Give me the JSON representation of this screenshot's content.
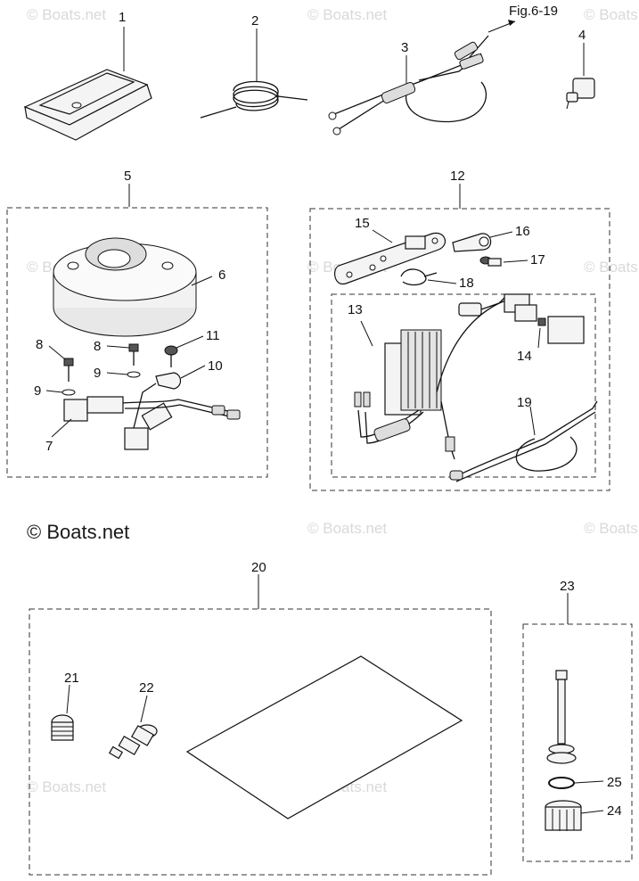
{
  "figure_ref": "Fig.6-19",
  "copyright": "© Boats.net",
  "watermark": "© Boats.net",
  "callouts": {
    "c1": "1",
    "c2": "2",
    "c3": "3",
    "c4": "4",
    "c5": "5",
    "c6": "6",
    "c7": "7",
    "c8a": "8",
    "c8b": "8",
    "c9a": "9",
    "c9b": "9",
    "c10": "10",
    "c11": "11",
    "c12": "12",
    "c13": "13",
    "c14": "14",
    "c15": "15",
    "c16": "16",
    "c17": "17",
    "c18": "18",
    "c19": "19",
    "c20": "20",
    "c21": "21",
    "c22": "22",
    "c23": "23",
    "c24": "24",
    "c25": "25"
  }
}
